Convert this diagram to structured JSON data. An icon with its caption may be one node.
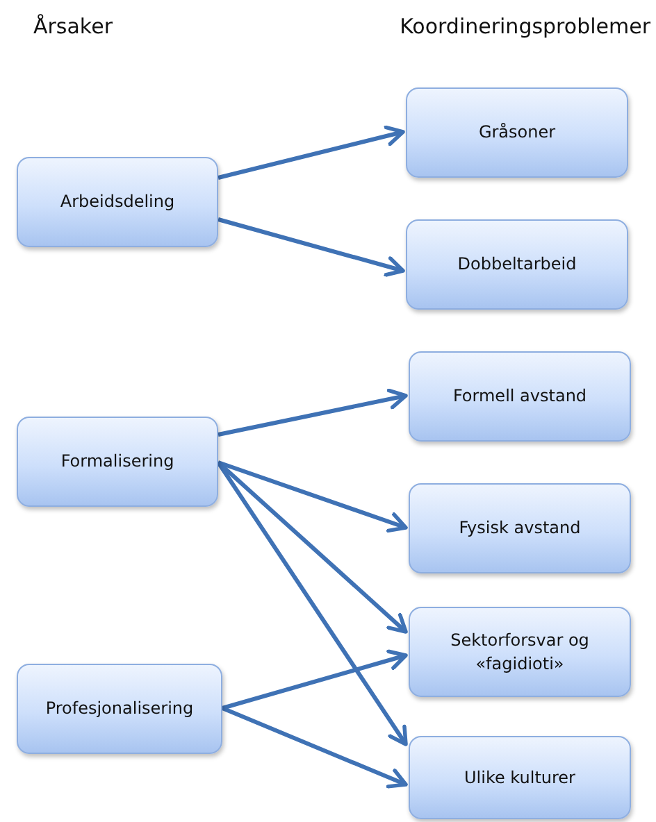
{
  "diagram": {
    "nodes": [
      {
        "text": [
          "Arbeidsdeling"
        ]
      },
      {
        "text": [
          "Formalisering"
        ]
      },
      {
        "text": [
          "Profesjonalisering"
        ]
      },
      {
        "text": [
          "Gråsoner"
        ]
      },
      {
        "text": [
          "Dobbeltarbeid"
        ]
      },
      {
        "text": [
          "Formell avstand"
        ]
      },
      {
        "text": [
          "Fysisk avstand"
        ]
      },
      {
        "text": [
          "Sektorforsvar og «fagidioti»"
        ]
      },
      {
        "text": [
          "Ulike kulturer"
        ]
      }
    ],
    "edges": [
      {
        "from": 0,
        "to": 3,
        "arrow": "to"
      },
      {
        "from": 0,
        "to": 4,
        "arrow": "to"
      },
      {
        "from": 1,
        "to": 5,
        "arrow": "to"
      },
      {
        "from": 1,
        "to": 6,
        "arrow": "to"
      },
      {
        "from": 1,
        "to": 7,
        "arrow": "to"
      },
      {
        "from": 1,
        "to": 8,
        "arrow": "to"
      },
      {
        "from": 2,
        "to": 7,
        "arrow": "to"
      },
      {
        "from": 2,
        "to": 8,
        "arrow": "to"
      }
    ],
    "labels": [
      "Årsaker",
      "Koordineringsproblemer"
    ]
  }
}
